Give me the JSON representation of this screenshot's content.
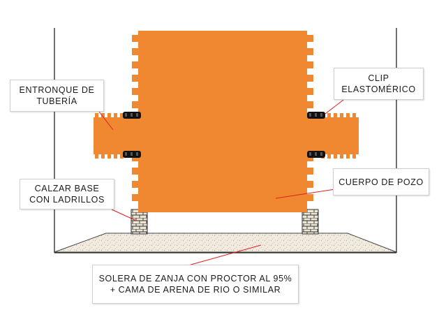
{
  "colors": {
    "pipe_orange": "#ef8830",
    "pipe_edge": "#d86c12",
    "clip_black": "#111111",
    "brick_fill": "#ece6d6",
    "brick_line": "#333333",
    "gravel_fill": "#f2ece0",
    "gravel_dot": "#b9a99a",
    "leader_red": "#e02020",
    "trench_line": "#222222"
  },
  "labels": {
    "entronque": "ENTRONQUE  DE\nTUBERÍA",
    "clip": "CLIP\nELASTOMÉRICO",
    "calzar": "CALZAR BASE\nCON LADRILLOS",
    "cuerpo": "CUERPO DE POZO",
    "solera": "SOLERA DE ZANJA CON PROCTOR AL 95%\n+ CAMA DE ARENA DE RIO O SIMILAR"
  }
}
